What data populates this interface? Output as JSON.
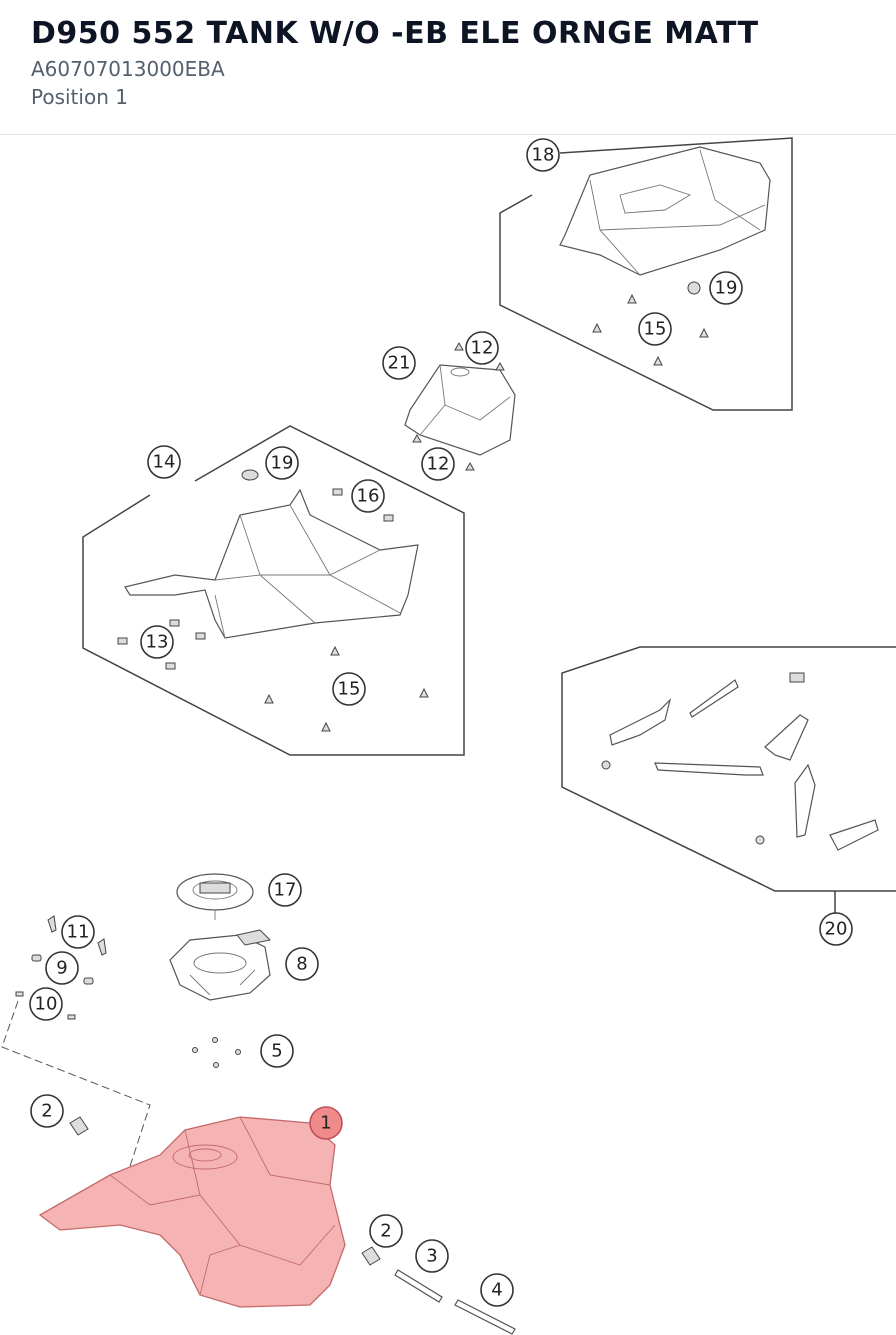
{
  "header": {
    "title": "D950 552 TANK W/O -EB ELE ORNGE MATT",
    "part_number": "A60707013000EBA",
    "position": "Position 1"
  },
  "colors": {
    "title": "#0d1424",
    "subtitle": "#55606e",
    "highlight": "#f08b8b"
  },
  "callouts": {
    "c18": "18",
    "c19a": "19",
    "c15a": "15",
    "c12a": "12",
    "c21": "21",
    "c12b": "12",
    "c14": "14",
    "c19b": "19",
    "c16": "16",
    "c13": "13",
    "c15b": "15",
    "c20": "20",
    "c17": "17",
    "c11": "11",
    "c9": "9",
    "c8": "8",
    "c10": "10",
    "c5": "5",
    "c2a": "2",
    "c1": "1",
    "c2b": "2",
    "c3": "3",
    "c4": "4"
  },
  "selected_callout": "1"
}
